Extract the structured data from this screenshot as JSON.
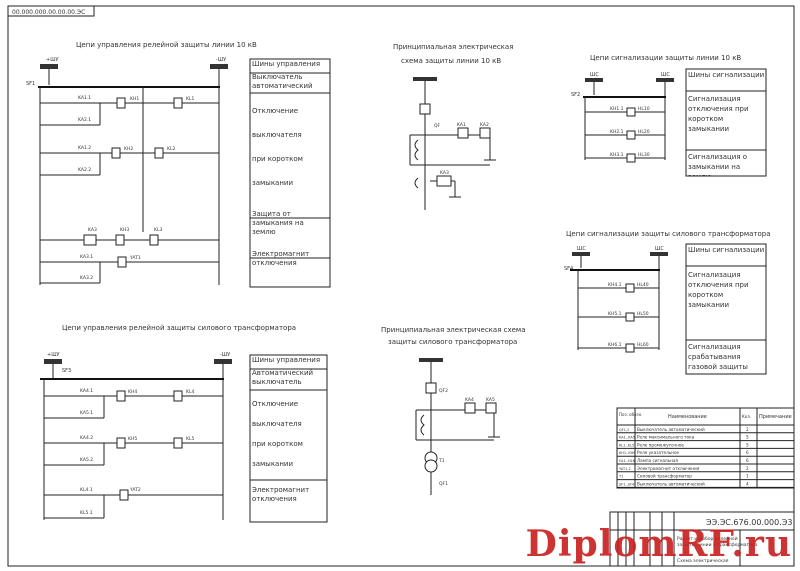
{
  "stamp_top": "00.000.000.00.00.00.ЭС",
  "panels": {
    "line10": {
      "title": "Цепи управления релейной защиты линии 10 кВ",
      "bus_left": "+ШУ",
      "bus_right": "-ШУ",
      "qf": "SF1",
      "contacts": [
        "KA1.1",
        "KA2.1",
        "KA1.2",
        "KA2.2",
        "KA3",
        "KA3.1",
        "KA3.2"
      ],
      "relays": [
        "KH1",
        "KL1",
        "KH2",
        "KL2",
        "KH3",
        "KL3",
        "YAT1"
      ],
      "table": [
        "Шины управления",
        "Выключатель автоматический",
        "Отключение",
        "выключателя",
        "при коротком",
        "замыкании",
        "Защита от замыкания на землю",
        "Электромагнит отключения"
      ]
    },
    "schem10": {
      "title1": "Принципиальная электрическая",
      "title2": "схема защиты линии 10 кВ",
      "labels": [
        "QF",
        "KA1",
        "KA2",
        "KA3"
      ]
    },
    "sig10": {
      "title": "Цепи сигнализации защиты линии 10 кВ",
      "bus_left": "ШС",
      "bus_right": "ШС",
      "qf": "SF2",
      "rows": [
        "KH1.1",
        "KH2.1",
        "KH3.1"
      ],
      "lamps": [
        "HL10",
        "HL20",
        "HL30"
      ],
      "table": [
        "Шины сигнализации",
        "Сигнализация отключения при коротком замыкании",
        "Сигнализация о замыкании на землю"
      ]
    },
    "sigtr": {
      "title": "Цепи сигнализации защиты силового трансформатора",
      "bus_left": "ШС",
      "bus_right": "ШС",
      "qf": "SF4",
      "rows": [
        "KH4.1",
        "KH5.1",
        "KH6.1"
      ],
      "lamps": [
        "HL40",
        "HL50",
        "HL60"
      ],
      "table": [
        "Шины сигнализации",
        "Сигнализация отключения при коротком замыкании",
        "Сигнализация срабатывания газовой защиты"
      ]
    },
    "trctl": {
      "title": "Цепи управления релейной защиты силового трансформатора",
      "bus_left": "+ШУ",
      "bus_right": "-ШУ",
      "qf": "SF3",
      "contacts": [
        "KA4.1",
        "KA5.1",
        "KA4.2",
        "KA5.2",
        "KL4.1",
        "KL5.1"
      ],
      "relays": [
        "KH4",
        "KL4",
        "KH5",
        "KL5",
        "YAT2"
      ],
      "table": [
        "Шины управления",
        "Автоматический выключатель",
        "Отключение",
        "выключателя",
        "при коротком",
        "замыкании",
        "Электромагнит отключения"
      ]
    },
    "schemtr": {
      "title1": "Принципиальная электрическая схема",
      "title2": "защиты силового трансформатора",
      "labels": [
        "QF2",
        "KA4",
        "KA5",
        "T1",
        "QF1"
      ]
    }
  },
  "spec": {
    "headers": [
      "Поз. обозн.",
      "Наименование",
      "Кол.",
      "Примечание"
    ],
    "rows": [
      [
        "QF1,2",
        "Выключатель автоматический",
        "2",
        ""
      ],
      [
        "KA1..KA5",
        "Реле максимального тока",
        "5",
        ""
      ],
      [
        "KL1..KL5",
        "Реле промежуточное",
        "5",
        ""
      ],
      [
        "KH1..KH6",
        "Реле указательное",
        "6",
        ""
      ],
      [
        "HL1..HL6",
        "Лампа сигнальная",
        "6",
        ""
      ],
      [
        "YAT1,2",
        "Электромагнит отключения",
        "2",
        ""
      ],
      [
        "T1",
        "Силовой трансформатор",
        "1",
        ""
      ],
      [
        "SF1..SF4",
        "Выключатель автоматический",
        "4",
        ""
      ]
    ]
  },
  "title_block": {
    "code": "ЭЭ.ЭС.676.00.000.Э3",
    "line1": "Расчет и выбор релейной",
    "line2": "защиты линии и трансформатора",
    "bottom": "Схема электрическая"
  },
  "watermark": "DiplomRF.ru"
}
